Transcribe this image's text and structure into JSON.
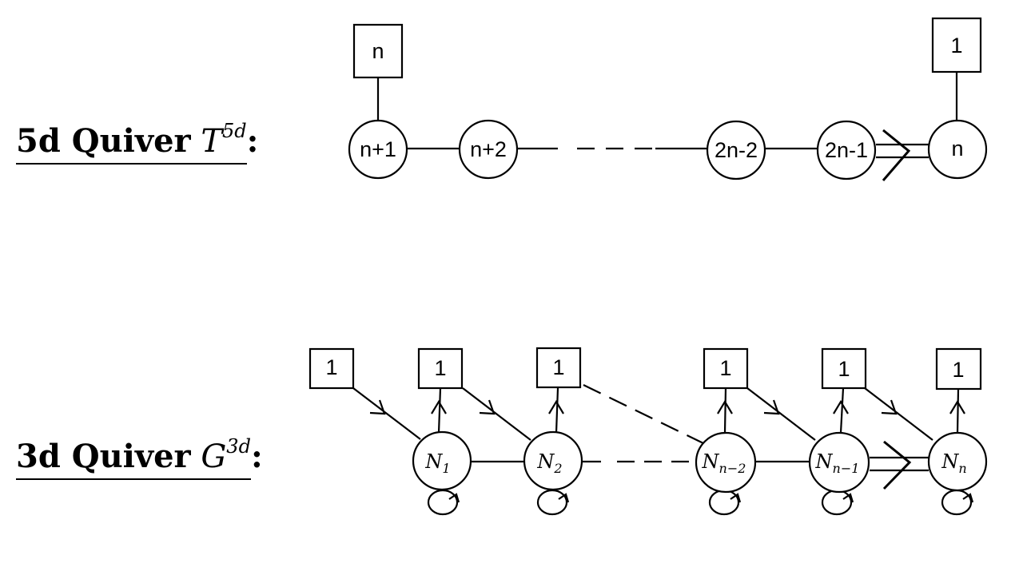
{
  "titles": {
    "five_d": {
      "text": "5d Quiver",
      "symbol": "T",
      "sup": "5d"
    },
    "three_d": {
      "text": "3d Quiver",
      "symbol": "G",
      "sup": "3d"
    },
    "colon": ":"
  },
  "quiver_5d": {
    "gauge_nodes": [
      "n+1",
      "n+2",
      "2n-2",
      "2n-1",
      "n"
    ],
    "flavor_nodes": [
      "n",
      "1"
    ]
  },
  "quiver_3d": {
    "gauge_nodes": [
      {
        "base": "N",
        "sub": "1"
      },
      {
        "base": "N",
        "sub": "2"
      },
      {
        "base": "N",
        "sub": "n−2"
      },
      {
        "base": "N",
        "sub": "n−1"
      },
      {
        "base": "N",
        "sub": "n"
      }
    ],
    "flavor_nodes": [
      "1",
      "1",
      "1",
      "1",
      "1",
      "1"
    ]
  }
}
